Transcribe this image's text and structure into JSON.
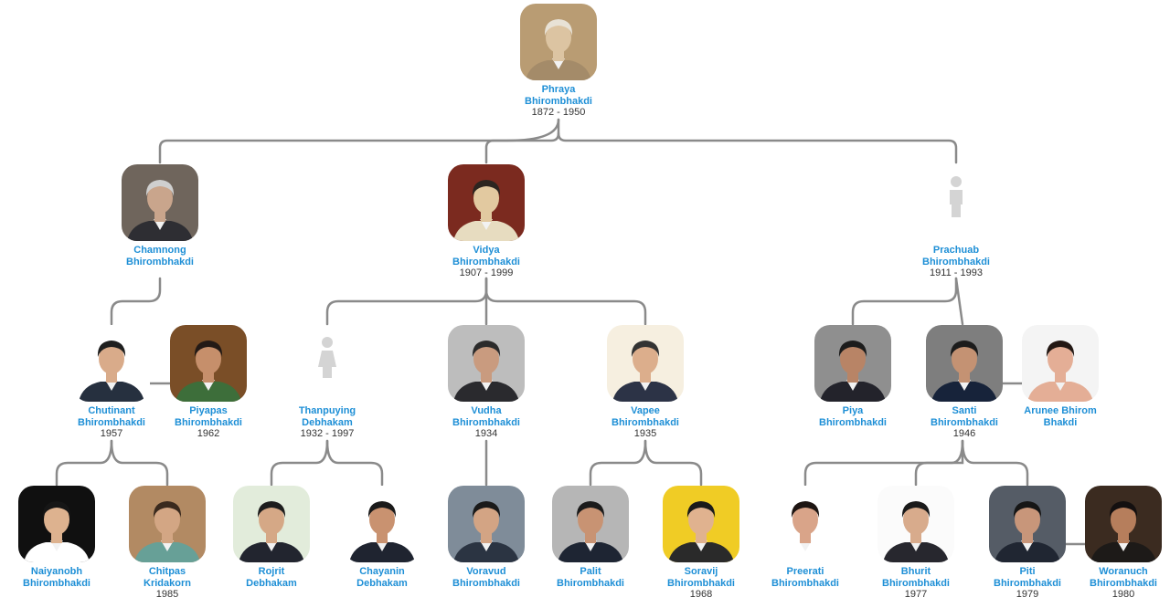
{
  "colors": {
    "name": "#1e8fd6",
    "years": "#333333",
    "connector": "#8a8a8a",
    "placeholder": "#d4d4d4"
  },
  "people": [
    {
      "id": "p0",
      "first": "Phraya",
      "last": "Bhirombhakdi",
      "years": "1872 - 1950",
      "photo": {
        "bg": "#b99c73",
        "skin": "#dcc4a2",
        "shirt": "#a48b69",
        "hair": "#e8e2d6"
      }
    },
    {
      "id": "p1",
      "first": "Chamnong",
      "last": "Bhirombhakdi",
      "years": "",
      "photo": {
        "bg": "#6f655c",
        "skin": "#c9a58c",
        "shirt": "#2e2e33",
        "hair": "#cfcfcf"
      }
    },
    {
      "id": "p2",
      "first": "Vidya",
      "last": "Bhirombhakdi",
      "years": "1907 - 1999",
      "photo": {
        "bg": "#7b2a1f",
        "skin": "#e2c9a0",
        "shirt": "#e7dcc0",
        "hair": "#2c2520"
      }
    },
    {
      "id": "p3",
      "first": "Prachuab",
      "last": "Bhirombhakdi",
      "years": "1911 - 1993",
      "placeholder": "male-silhouette-icon"
    },
    {
      "id": "p4",
      "first": "Chutinant",
      "last": "Bhirombhakdi",
      "years": "1957",
      "photo": {
        "bg": "#ffffff",
        "skin": "#d9ab8a",
        "shirt": "#26303f",
        "hair": "#1f1f1f"
      }
    },
    {
      "id": "p5",
      "first": "Piyapas",
      "last": "Bhirombhakdi",
      "years": "1962",
      "photo": {
        "bg": "#7a4e27",
        "skin": "#c68f6b",
        "shirt": "#3d6e3a",
        "hair": "#231a16"
      }
    },
    {
      "id": "p6",
      "first": "Thanpuying",
      "last": "Debhakam",
      "years": "1932 - 1997",
      "placeholder": "female-silhouette-icon"
    },
    {
      "id": "p7",
      "first": "Vudha",
      "last": "Bhirombhakdi",
      "years": "1934",
      "photo": {
        "bg": "#bdbdbd",
        "skin": "#c99b7f",
        "shirt": "#2a2a2e",
        "hair": "#2b2b2b"
      }
    },
    {
      "id": "p8",
      "first": "Vapee",
      "last": "Bhirombhakdi",
      "years": "1935",
      "photo": {
        "bg": "#f6efe0",
        "skin": "#dcae8c",
        "shirt": "#2c3346",
        "hair": "#333333"
      }
    },
    {
      "id": "p9",
      "first": "Piya",
      "last": "Bhirombhakdi",
      "years": "",
      "photo": {
        "bg": "#8f8f8f",
        "skin": "#b88466",
        "shirt": "#23232b",
        "hair": "#1c1c1c"
      }
    },
    {
      "id": "p10",
      "first": "Santi",
      "last": "Bhirombhakdi",
      "years": "1946",
      "photo": {
        "bg": "#7e7e7e",
        "skin": "#c49273",
        "shirt": "#17233a",
        "hair": "#1c1c1c"
      }
    },
    {
      "id": "p11",
      "first": "Arunee Bhirom",
      "last": "Bhakdi",
      "years": "",
      "photo": {
        "bg": "#f4f4f4",
        "skin": "#e4ae96",
        "shirt": "#e4ae96",
        "hair": "#231814"
      }
    },
    {
      "id": "p12",
      "first": "Naiyanobh",
      "last": "Bhirombhakdi",
      "years": "",
      "photo": {
        "bg": "#101010",
        "skin": "#ddb28f",
        "shirt": "#ffffff",
        "hair": "#161616"
      }
    },
    {
      "id": "p13",
      "first": "Chitpas",
      "last": "Kridakorn",
      "years": "1985",
      "photo": {
        "bg": "#b28a63",
        "skin": "#d3a684",
        "shirt": "#67a097",
        "hair": "#3a2a1e"
      }
    },
    {
      "id": "p14",
      "first": "Rojrit",
      "last": "Debhakam",
      "years": "",
      "photo": {
        "bg": "#e2ecdb",
        "skin": "#d5a886",
        "shirt": "#22252f",
        "hair": "#1d1d1d"
      }
    },
    {
      "id": "p15",
      "first": "Chayanin",
      "last": "Debhakam",
      "years": "",
      "photo": {
        "bg": "#ffffff",
        "skin": "#c99270",
        "shirt": "#1f2430",
        "hair": "#1a1a1a"
      }
    },
    {
      "id": "p16",
      "first": "Voravud",
      "last": "Bhirombhakdi",
      "years": "",
      "photo": {
        "bg": "#7f8c99",
        "skin": "#d3a484",
        "shirt": "#2b3442",
        "hair": "#1a1a1a"
      }
    },
    {
      "id": "p17",
      "first": "Palit",
      "last": "Bhirombhakdi",
      "years": "",
      "photo": {
        "bg": "#b6b6b6",
        "skin": "#c89373",
        "shirt": "#1e2533",
        "hair": "#1b1b1b"
      }
    },
    {
      "id": "p18",
      "first": "Soravij",
      "last": "Bhirombhakdi",
      "years": "1968",
      "photo": {
        "bg": "#f0cc25",
        "skin": "#e0b28f",
        "shirt": "#2a2a2a",
        "hair": "#1a1a1a"
      }
    },
    {
      "id": "p19",
      "first": "Preerati",
      "last": "Bhirombhakdi",
      "years": "",
      "photo": {
        "bg": "#ffffff",
        "skin": "#d9a489",
        "shirt": "#ffffff",
        "hair": "#1d1512"
      }
    },
    {
      "id": "p20",
      "first": "Bhurit",
      "last": "Bhirombhakdi",
      "years": "1977",
      "photo": {
        "bg": "#fbfbfb",
        "skin": "#d8ab8c",
        "shirt": "#27272e",
        "hair": "#1a1a1a"
      }
    },
    {
      "id": "p21",
      "first": "Piti",
      "last": "Bhirombhakdi",
      "years": "1979",
      "photo": {
        "bg": "#555c66",
        "skin": "#c8967a",
        "shirt": "#202632",
        "hair": "#161616"
      }
    },
    {
      "id": "p22",
      "first": "Woranuch",
      "last": "Bhirombhakdi",
      "years": "1980",
      "photo": {
        "bg": "#3b2b20",
        "skin": "#b67e5c",
        "shirt": "#1d1a18",
        "hair": "#141010"
      }
    }
  ]
}
